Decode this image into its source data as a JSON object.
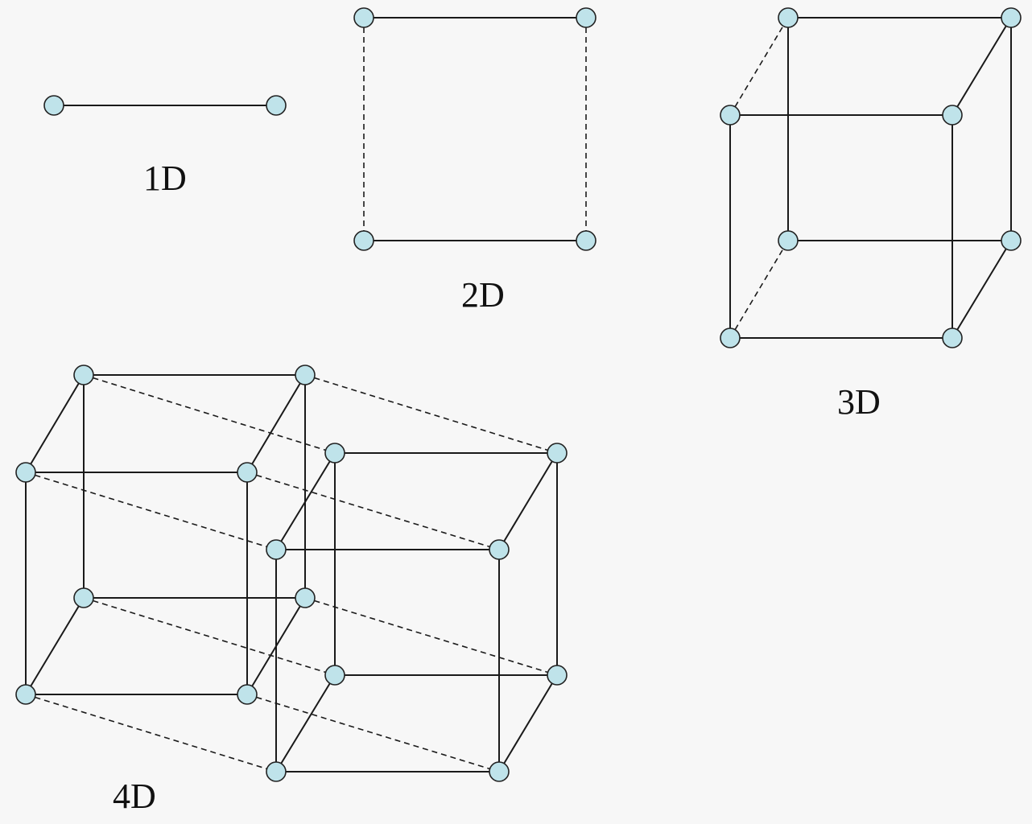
{
  "labels": {
    "one_d": "1D",
    "two_d": "2D",
    "three_d": "3D",
    "four_d": "4D"
  },
  "colors": {
    "vertex_fill": "#bfe3ea",
    "vertex_stroke": "#222222",
    "edge": "#1a1a1a",
    "background": "#f7f7f7"
  },
  "edge_styles": [
    "solid",
    "dashed"
  ]
}
